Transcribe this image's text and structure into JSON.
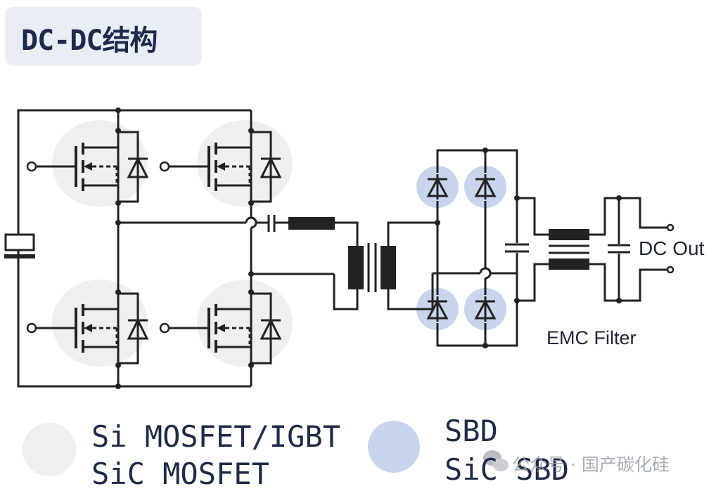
{
  "title": "DC-DC结构",
  "labels": {
    "dc_out": "DC Out",
    "emc_filter": "EMC Filter"
  },
  "legend": [
    {
      "line1": "Si MOSFET/IGBT",
      "line2": "SiC MOSFET",
      "color": "#efefef"
    },
    {
      "line1": "SBD",
      "line2": "SiC SBD",
      "color": "#c9d5ec"
    }
  ],
  "watermark": "公众号 · 国产碳化硅",
  "colors": {
    "wire": "#222222",
    "si_highlight": "#efefef",
    "sic_highlight": "#c9d5ec",
    "title_bg": "#e9eef6"
  }
}
